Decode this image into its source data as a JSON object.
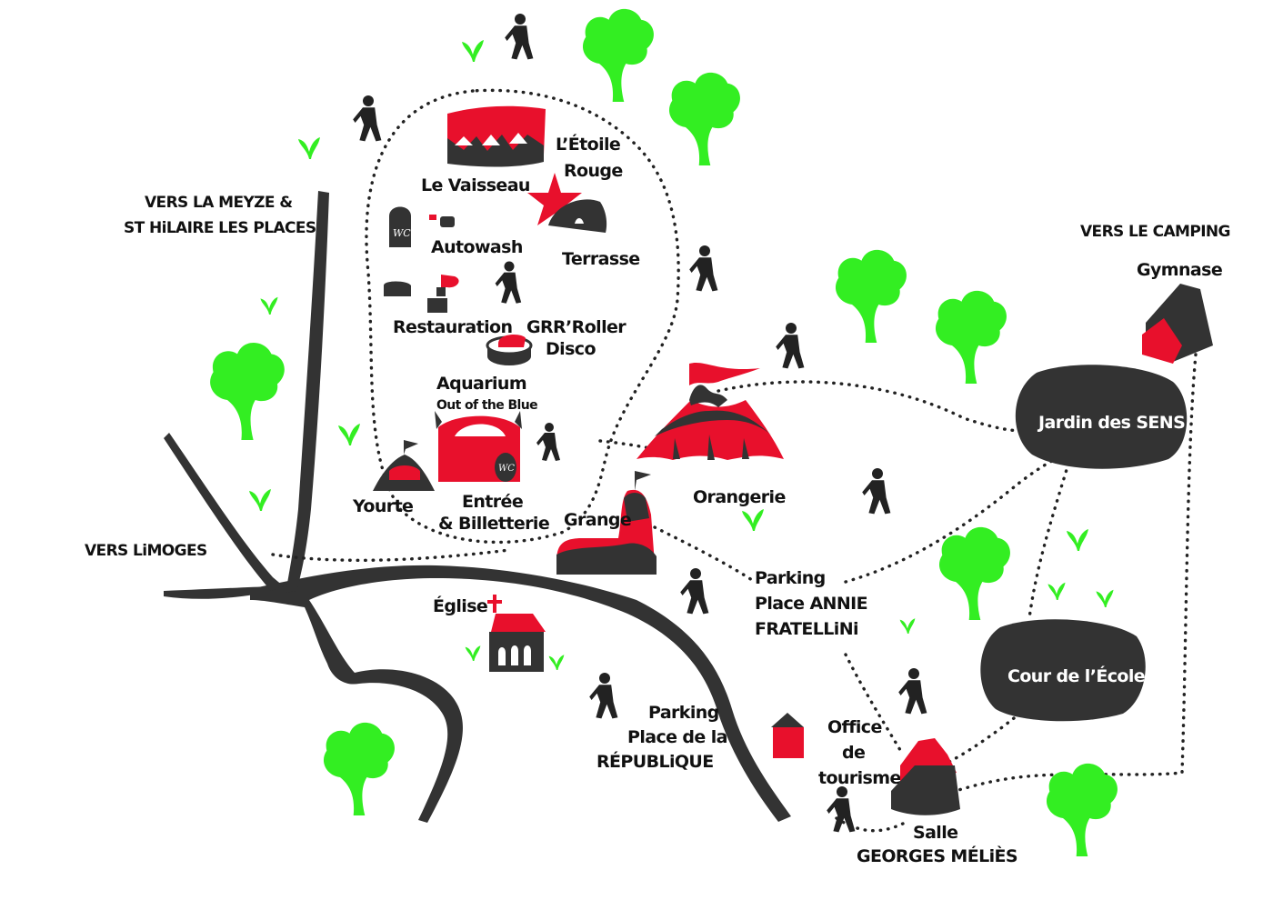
{
  "colors": {
    "accent_red": "#e8102c",
    "dark": "#333333",
    "tree_green": "#33ee22",
    "label": "#111111",
    "background": "#ffffff"
  },
  "directions": {
    "meyze_line1": "VERS LA MEYZE &",
    "meyze_line2": "ST HiLAIRE LES PLACES",
    "limoges": "VERS LiMOGES",
    "camping": "VERS LE CAMPING"
  },
  "places": {
    "vaisseau": "Le Vaisseau",
    "etoile_line1": "L’Étoile",
    "etoile_line2": "Rouge",
    "wc": "WC",
    "autowash": "Autowash",
    "terrasse": "Terrasse",
    "restauration": "Restauration",
    "roller_line1": "GRR’Roller",
    "roller_line2": "Disco",
    "aquarium_line1": "Aquarium",
    "aquarium_line2": "Out of the Blue",
    "yourte": "Yourte",
    "entree_line1": "Entrée",
    "entree_line2": "& Billetterie",
    "orangerie": "Orangerie",
    "grange": "Grange",
    "eglise": "Église",
    "parking_fratellini_line1": "Parking",
    "parking_fratellini_line2_a": "Place ",
    "parking_fratellini_line2_b": "ANNIE",
    "parking_fratellini_line3": "FRATELLiNi",
    "parking_republique_line1": "Parking",
    "parking_republique_line2": "Place de la",
    "parking_republique_line3": "RÉPUBLiQUE",
    "office_line1": "Office",
    "office_line2": "de",
    "office_line3": "tourisme",
    "salle_line1": "Salle",
    "salle_line2": "GEORGES MÉLiÈS",
    "jardin_a": "Jardin des ",
    "jardin_b": "SENS",
    "ecole": "Cour de l’École",
    "gymnase": "Gymnase"
  },
  "icons": [
    "tree-icon",
    "walker-icon",
    "circus-tent-icon",
    "star-icon",
    "church-icon",
    "wc-icon",
    "tent-icon",
    "flag-icon",
    "house-icon",
    "sprout-icon"
  ]
}
